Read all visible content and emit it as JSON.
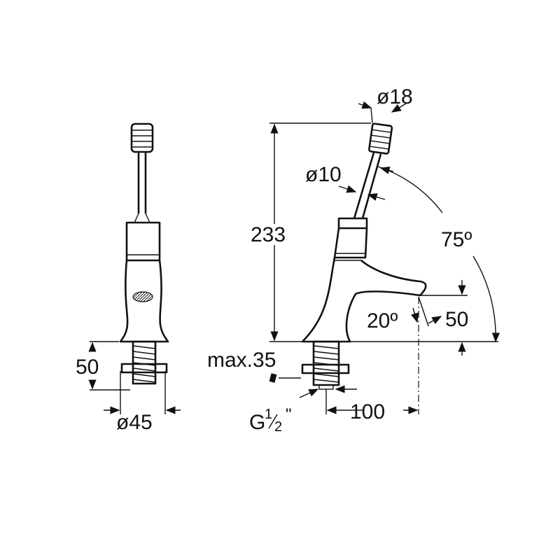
{
  "dimensions": {
    "overall_height": "233",
    "handle_tip_diameter": "ø18",
    "handle_stem_diameter": "ø10",
    "handle_angle": "75º",
    "spout_angle": "20º",
    "spout_height": "50",
    "spout_reach": "100",
    "max_counter_thickness": "max.35",
    "thread_connection": "G",
    "thread_fraction_num": "1",
    "thread_fraction_den": "2",
    "thread_inch_mark": "\"",
    "front_shank_length": "50",
    "base_diameter": "ø45"
  }
}
